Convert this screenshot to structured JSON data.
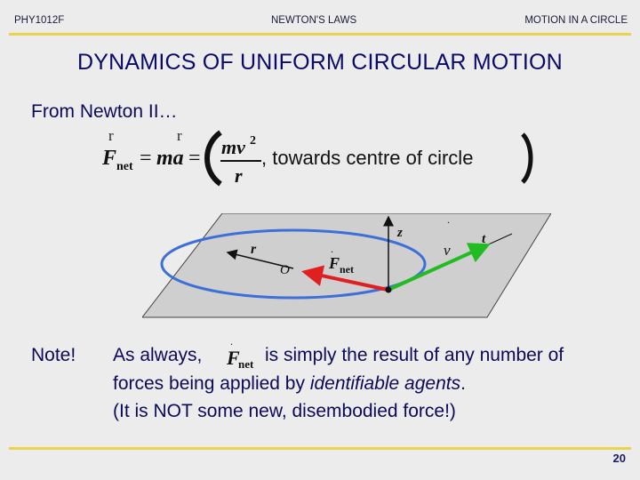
{
  "header": {
    "left": "PHY1012F",
    "center": "NEWTON'S LAWS",
    "right": "MOTION IN A CIRCLE"
  },
  "title": "DYNAMICS OF UNIFORM CIRCULAR MOTION",
  "intro": "From Newton II…",
  "equation": {
    "lhs_symbol": "F",
    "lhs_subscript": "net",
    "equals": "=",
    "middle": "ma",
    "numerator_base": "mv",
    "numerator_exp": "2",
    "denominator": "r",
    "direction_text": ", towards centre of circle"
  },
  "diagram": {
    "r_label": "r",
    "o_label": "O",
    "z_label": "z",
    "t_label": "t",
    "v_label": "v",
    "fnet_label": "F",
    "fnet_subscript": "net"
  },
  "note": {
    "label": "Note!",
    "line1_before": "As always,",
    "fnet_symbol": "F",
    "fnet_subscript": "net",
    "line1_after": "is simply the result of any number of",
    "line2_before": "forces being applied by ",
    "line2_emph": "identifiable agents",
    "line2_after": ".",
    "line3": "(It is NOT some new, disembodied force!)"
  },
  "page_number": "20",
  "colors": {
    "accent_line": "#e8d44a",
    "text": "#0a0a5a",
    "plane_fill": "#cfcfcf",
    "circle": "#3d6fd8",
    "fnet_arrow": "#e02020",
    "velocity_arrow": "#22bb22"
  }
}
